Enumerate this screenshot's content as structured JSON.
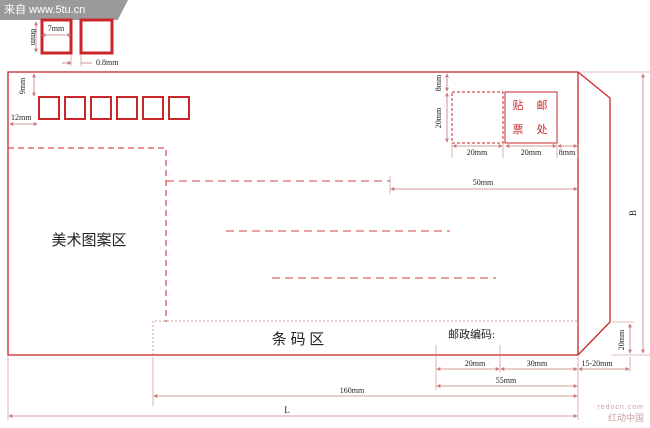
{
  "source_tag": "来自 www.5tu.cn",
  "dimensions": {
    "box_width": "7mm",
    "box_height": "8mm",
    "box_gap": "0.8mm",
    "top_margin": "9mm",
    "left_margin": "12mm",
    "stamp_top": "8mm",
    "stamp_height": "20mm",
    "stamp_left_width": "20mm",
    "stamp_right_width": "20mm",
    "stamp_right_margin": "8mm",
    "address_line": "50mm",
    "postcode_20": "20mm",
    "postcode_30": "30mm",
    "flap": "15-20mm",
    "bottom_height": "20mm",
    "postcode_55": "55mm",
    "barcode_160": "160mm",
    "length": "L",
    "height": "B"
  },
  "labels": {
    "stamp_chars": [
      "贴",
      "邮",
      "票",
      "处"
    ],
    "art_area": "美术图案区",
    "barcode_area": "条 码 区",
    "postcode_label": "邮政编码:"
  },
  "watermark": {
    "line1": "redocn.com",
    "line2": "红动中国"
  },
  "colors": {
    "red": "#c8262a",
    "dim_pink": "#d98b8b",
    "dark": "#222222"
  }
}
